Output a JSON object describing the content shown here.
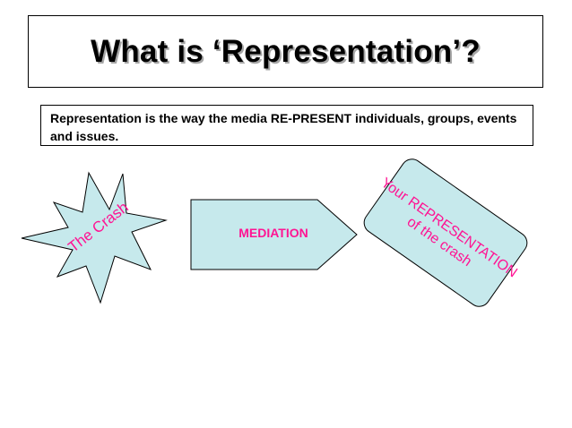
{
  "slide": {
    "title": "What is ‘Representation’?",
    "definition": "Representation is the way the media RE-PRESENT individuals, groups, events and issues."
  },
  "diagram": {
    "event_label": "The Crash",
    "mediation_label": "MEDIATION",
    "output_label_line1": "Your REPRESENTATION",
    "output_label_line2": "of the crash",
    "colors": {
      "shape_fill": "#c6e9ec",
      "text": "#ff1493",
      "outline": "#000000"
    }
  }
}
